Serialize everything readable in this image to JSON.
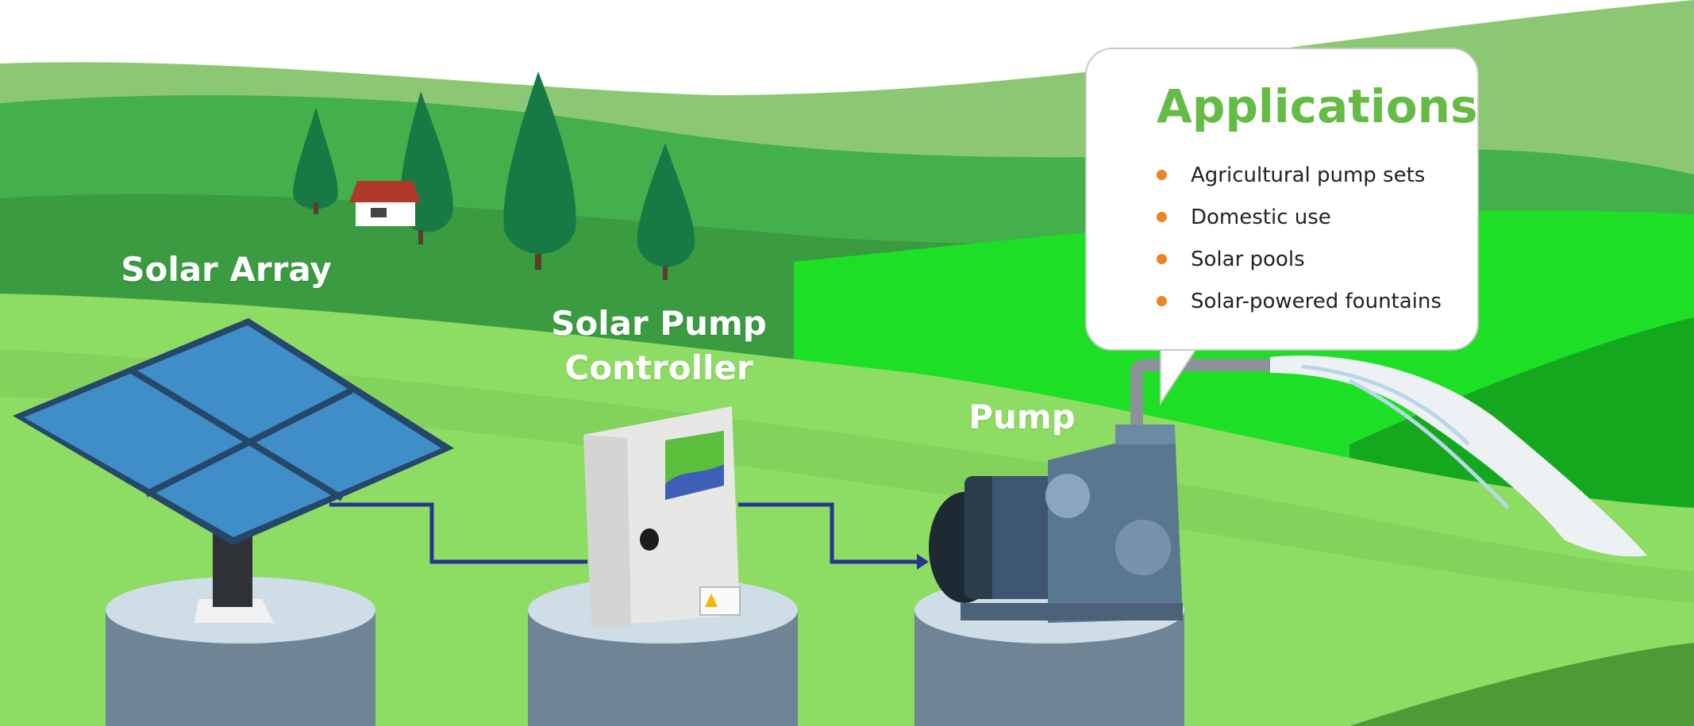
{
  "labels": {
    "solar_array": "Solar Array",
    "controller_line1": "Solar Pump",
    "controller_line2": "Controller",
    "pump": "Pump"
  },
  "applications": {
    "title": "Applications",
    "items": [
      "Agricultural pump sets",
      "Domestic use",
      "Solar pools",
      "Solar-powered fountains"
    ]
  },
  "colors": {
    "title_green": "#66bb46",
    "bullet_orange": "#ea8425",
    "wire_blue": "#2a3590"
  }
}
